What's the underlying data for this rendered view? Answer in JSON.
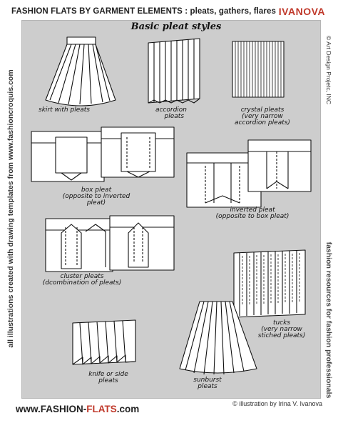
{
  "header": {
    "title_prefix": "FASHION FLATS BY GARMENT ELEMENTS",
    "title_suffix": " : pleats, gathers, flares",
    "brand": "IVANOVA"
  },
  "subtitle": "Basic pleat styles",
  "side_left": "all illustrations created with drawing templates from  www.fashioncroquis.com",
  "side_right_copyright": "© Art Design Projetc, INC",
  "side_right_tagline": "fashion resources for fashion professionals",
  "captions": {
    "skirt": "skirt with pleats",
    "accordion": "accordion\n   pleats",
    "crystal": "crystal pleats\n(very narrow\naccordion pleats)",
    "box": "box pleat\n(opposite to inverted\npleat)",
    "inverted": "inverted pleat\n(opposite to box pleat)",
    "cluster": "cluster pleats\n(dcombination of pleats)",
    "tucks": "tucks\n(very narrow\nstiched pleats)",
    "knife": "knife or side\npleats",
    "sunburst": "sunburst\npleats"
  },
  "footer": {
    "url_a": "www.FASHION-",
    "url_b": "FLATS",
    "url_c": ".com",
    "credit": "© illustration by Irina V. Ivanova"
  }
}
